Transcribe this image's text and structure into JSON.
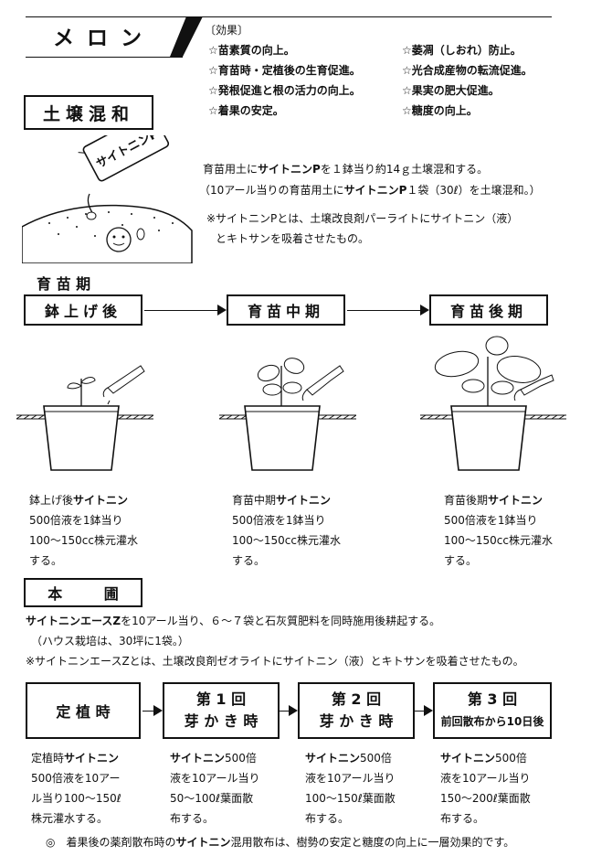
{
  "header": {
    "title": "メロン",
    "effects_label": "〔効果〕",
    "effects_left": [
      "☆苗素質の向上。",
      "☆育苗時・定植後の生育促進。",
      "☆発根促進と根の活力の向上。",
      "☆着果の安定。"
    ],
    "effects_right": [
      "☆萎凋（しおれ）防止。",
      "☆光合成産物の転流促進。",
      "☆果実の肥大促進。",
      "☆糖度の向上。"
    ]
  },
  "soil": {
    "heading": "土壌混和",
    "bag_label": "サイトニンP",
    "line1": {
      "pre": "育苗用土に",
      "b": "サイトニンP",
      "post": "を１鉢当り約14ｇ土壌混和する。"
    },
    "line2": {
      "pre": "（10アール当りの育苗用土に",
      "b": "サイトニンP",
      "post": "１袋（30ℓ）を土壌混和。）"
    },
    "note": [
      "※サイトニンPとは、土壌改良剤パーライトにサイトニン（液）",
      "とキトサンを吸着させたもの。"
    ]
  },
  "nursery": {
    "heading": "育 苗 期",
    "stages": [
      "鉢上げ後",
      "育苗中期",
      "育苗後期"
    ],
    "captions": [
      {
        "pre": "鉢上げ後",
        "b": "サイトニン",
        "lines": [
          "500倍液を1鉢当り",
          "100～150cc株元灌水",
          "する。"
        ]
      },
      {
        "pre": "育苗中期",
        "b": "サイトニン",
        "lines": [
          "500倍液を1鉢当り",
          "100～150cc株元灌水",
          "する。"
        ]
      },
      {
        "pre": "育苗後期",
        "b": "サイトニン",
        "lines": [
          "500倍液を1鉢当り",
          "100～150cc株元灌水",
          "する。"
        ]
      }
    ]
  },
  "field": {
    "heading": "本 圃",
    "line1": {
      "b": "サイトニンエースZ",
      "post": "を10アール当り、６～７袋と石灰質肥料を同時施用後耕起する。"
    },
    "line2": "（ハウス栽培は、30坪に1袋。）",
    "line3": "※サイトニンエースZとは、土壌改良剤ゼオライトにサイトニン（液）とキトサンを吸着させたもの。",
    "stages": [
      {
        "l1": "定 植 時",
        "l2": ""
      },
      {
        "l1": "第 1 回",
        "l2": "芽 か き 時"
      },
      {
        "l1": "第 2 回",
        "l2": "芽 か き 時"
      },
      {
        "l1": "第 3 回",
        "l2": "前回散布から10日後"
      }
    ],
    "captions": [
      {
        "pre": "定植時",
        "b": "サイトニン",
        "post": "",
        "lines": [
          "500倍液を10アー",
          "ル当り100～150ℓ",
          "株元灌水する。"
        ]
      },
      {
        "pre": "",
        "b": "サイトニン",
        "post": "500倍",
        "lines": [
          "液を10アール当り",
          "50～100ℓ葉面散",
          "布する。"
        ]
      },
      {
        "pre": "",
        "b": "サイトニン",
        "post": "500倍",
        "lines": [
          "液を10アール当り",
          "100～150ℓ葉面散",
          "布する。"
        ]
      },
      {
        "pre": "",
        "b": "サイトニン",
        "post": "500倍",
        "lines": [
          "液を10アール当り",
          "150～200ℓ葉面散",
          "布する。"
        ]
      }
    ],
    "footer": {
      "pre": "◎　着果後の薬剤散布時の",
      "b": "サイトニン",
      "post": "混用散布は、樹勢の安定と糖度の向上に一層効果的です。"
    }
  }
}
